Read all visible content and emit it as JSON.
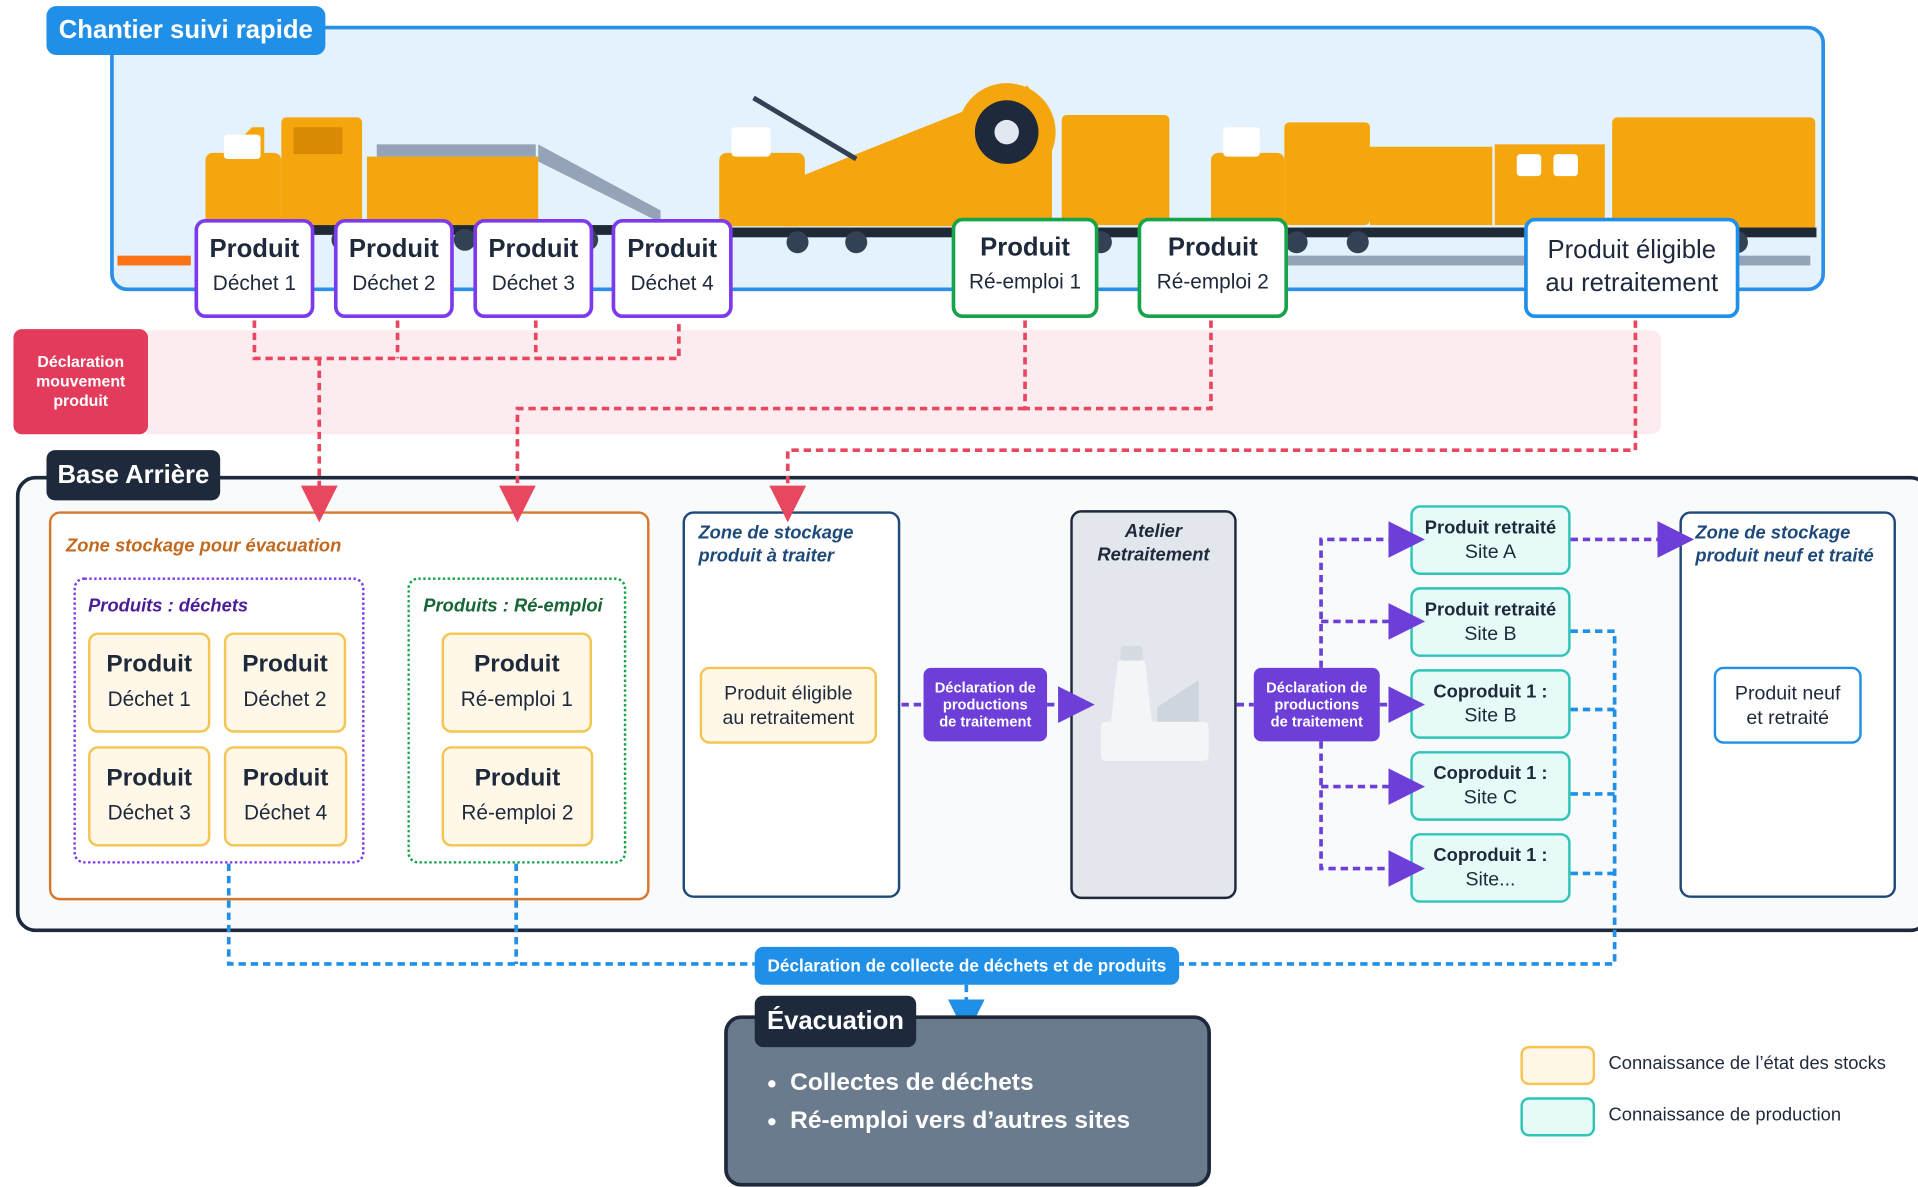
{
  "site": {
    "title": "Chantier suivi rapide"
  },
  "track_products": [
    {
      "title": "Produit",
      "sub": "Déchet 1"
    },
    {
      "title": "Produit",
      "sub": "Déchet 2"
    },
    {
      "title": "Produit",
      "sub": "Déchet 3"
    },
    {
      "title": "Produit",
      "sub": "Déchet 4"
    },
    {
      "title": "Produit",
      "sub": "Ré-emploi 1"
    },
    {
      "title": "Produit",
      "sub": "Ré-emploi 2"
    }
  ],
  "eligible_track": {
    "line1": "Produit éligible",
    "line2": "au retraitement"
  },
  "declaration_mouvement": {
    "line1": "Déclaration",
    "line2": "mouvement",
    "line3": "produit"
  },
  "base": {
    "title": "Base Arrière"
  },
  "zone_evacuation": {
    "title": "Zone stockage pour évacuation",
    "dechets_title": "Produits : déchets",
    "reemploi_title": "Produits : Ré-emploi",
    "dechets": [
      {
        "title": "Produit",
        "sub": "Déchet 1"
      },
      {
        "title": "Produit",
        "sub": "Déchet 2"
      },
      {
        "title": "Produit",
        "sub": "Déchet 3"
      },
      {
        "title": "Produit",
        "sub": "Déchet 4"
      }
    ],
    "reemploi": [
      {
        "title": "Produit",
        "sub": "Ré-emploi 1"
      },
      {
        "title": "Produit",
        "sub": "Ré-emploi 2"
      }
    ]
  },
  "zone_a_traiter": {
    "line1": "Zone de stockage",
    "line2": "produit à traiter",
    "card_line1": "Produit éligible",
    "card_line2": "au retraitement"
  },
  "declaration_productions": {
    "line1": "Déclaration de",
    "line2": "productions",
    "line3": "de traitement"
  },
  "atelier": {
    "line1": "Atelier",
    "line2": "Retraitement"
  },
  "productions": [
    {
      "title": "Produit retraité",
      "sub": "Site A"
    },
    {
      "title": "Produit retraité",
      "sub": "Site B"
    },
    {
      "title": "Coproduit 1 :",
      "sub": "Site B"
    },
    {
      "title": "Coproduit 1 :",
      "sub": "Site C"
    },
    {
      "title": "Coproduit 1 :",
      "sub": "Site..."
    }
  ],
  "zone_neuf": {
    "line1": "Zone de stockage",
    "line2": "produit neuf et traité",
    "card_line1": "Produit neuf",
    "card_line2": "et retraité"
  },
  "collecte": {
    "label": "Déclaration de collecte de déchets et de produits"
  },
  "evacuation": {
    "title": "Évacuation",
    "items": [
      "Collectes de déchets",
      "Ré-emploi vers d’autres sites"
    ]
  },
  "legend": [
    {
      "label": "Connaissance de l’état des stocks",
      "color": "#fff8e8",
      "border": "#f5c451"
    },
    {
      "label": "Connaissance de production",
      "color": "#e6fbf7",
      "border": "#2ec4b6"
    }
  ],
  "colors": {
    "movement": "#e8475f",
    "production": "#6d3fd8",
    "collection": "#1f8fe8",
    "machines": "#f5a60d",
    "navy": "#1e293b",
    "evacuation": "#6b7b8e"
  }
}
